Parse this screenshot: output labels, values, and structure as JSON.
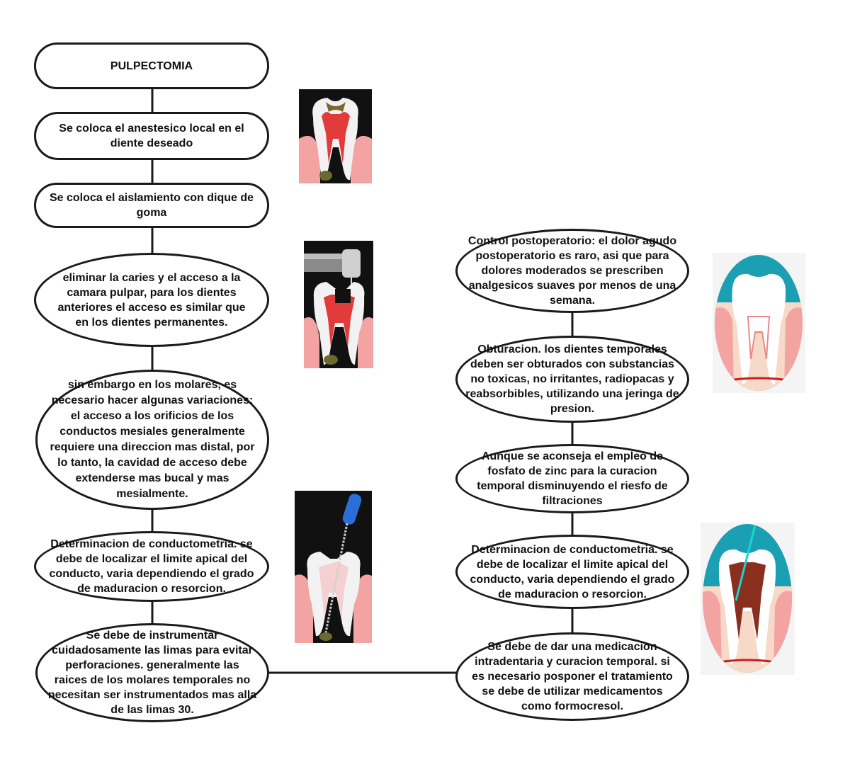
{
  "diagram": {
    "title": "PULPECTOMIA",
    "left_steps": [
      "Se coloca el anestesico local en el diente deseado",
      "Se coloca el aislamiento con dique de goma",
      "eliminar la caries y el acceso a la camara pulpar, para los dientes anteriores el acceso es similar que en los dientes permanentes.",
      "sin embargo en los molares, es necesario hacer algunas variaciones: el acceso a los orificios de los conductos mesiales generalmente requiere una direccion mas distal, por lo tanto, la cavidad de acceso debe extenderse mas bucal y mas mesialmente.",
      "Determinacion de conductometria. se debe de localizar el limite apical del conducto, varia dependiendo el grado de maduracion o resorcion.",
      "Se debe de instrumentar cuidadosamente las limas para evitar perforaciones. generalmente las raices de los molares temporales no necesitan ser instrumentados mas alla de las limas 30."
    ],
    "right_steps": [
      "Control postoperatorio: el dolor agudo postoperatorio es raro, asi que para dolores moderados se prescriben analgesicos suaves por menos de una semana.",
      "Obturacion. los dientes temporales deben ser obturados con substancias no toxicas, no irritantes, radiopacas y reabsorbibles, utilizando una jeringa de presion.",
      "Aunque se aconseja el empleo de fosfato de zinc para la curacion temporal disminuyendo el riesfo de filtraciones",
      "Determinacion de conductometria. se debe de localizar el limite apical del conducto, varia dependiendo el grado de maduracion o resorcion.",
      "Se debe de dar una medicacion intradentaria y curacion temporal. si es necesario posponer el tratamiento se debe de utilizar medicamentos como formocresol."
    ]
  },
  "colors": {
    "border": "#1a1a1a",
    "gum": "#f4a3a3",
    "pulp": "#e23b3b",
    "enamel": "#f2f2f2",
    "dark_bg": "#111111",
    "teal_bg": "#1b9fb3",
    "file_blue": "#2a6fd8"
  },
  "icons": [
    "tooth-caries-icon",
    "dental-drill-icon",
    "endodontic-file-icon",
    "healthy-tooth-icon",
    "tooth-root-canal-icon"
  ]
}
